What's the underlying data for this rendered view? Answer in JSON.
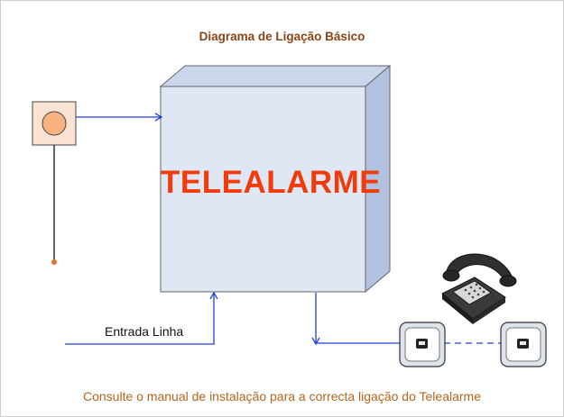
{
  "diagram": {
    "title": "Diagrama de Ligação Básico",
    "device_label": "TELEALARME",
    "line_input_label": "Entrada Linha",
    "footer_note": "Consulte o manual de instalação para a correcta ligação do Telealarme"
  },
  "colors": {
    "title": "#8a4516",
    "device_label": "#f03c0a",
    "connector": "#1f3fd6",
    "box_front": "#dfe6f4",
    "box_side": "#b2c1e0",
    "footer": "#b5651d"
  },
  "icons": [
    "push-button-icon",
    "phone-socket-icon",
    "telephone-icon"
  ]
}
